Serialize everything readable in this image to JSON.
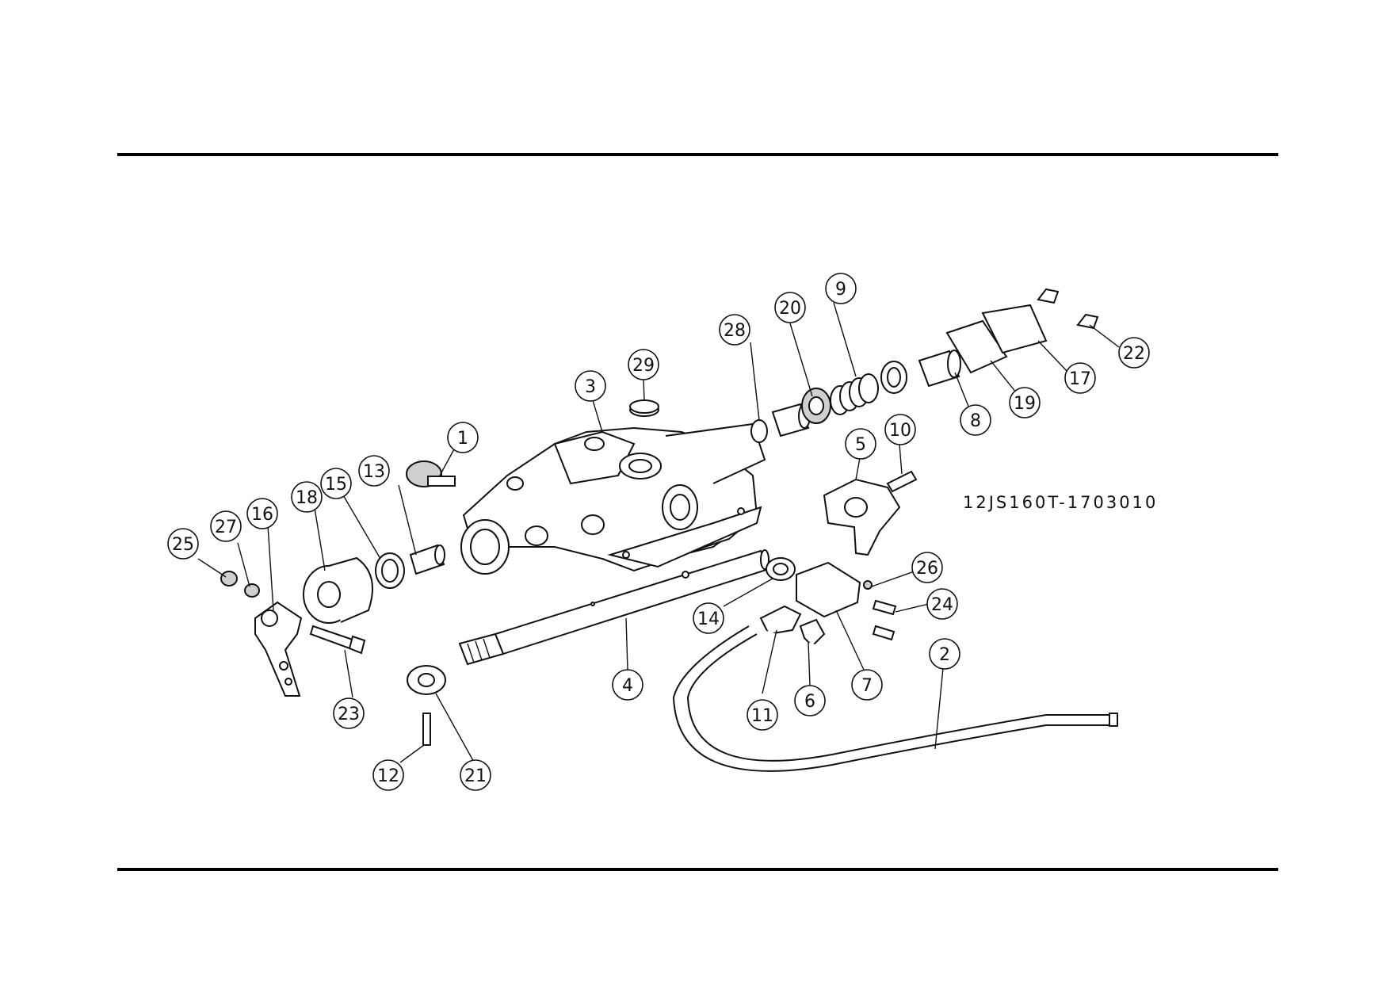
{
  "drawing_code": "12JS160T-1703010",
  "callouts": [
    "1",
    "2",
    "3",
    "4",
    "5",
    "6",
    "7",
    "8",
    "9",
    "10",
    "11",
    "12",
    "13",
    "14",
    "15",
    "16",
    "17",
    "18",
    "19",
    "20",
    "21",
    "22",
    "23",
    "24",
    "25",
    "26",
    "27",
    "28",
    "29"
  ]
}
